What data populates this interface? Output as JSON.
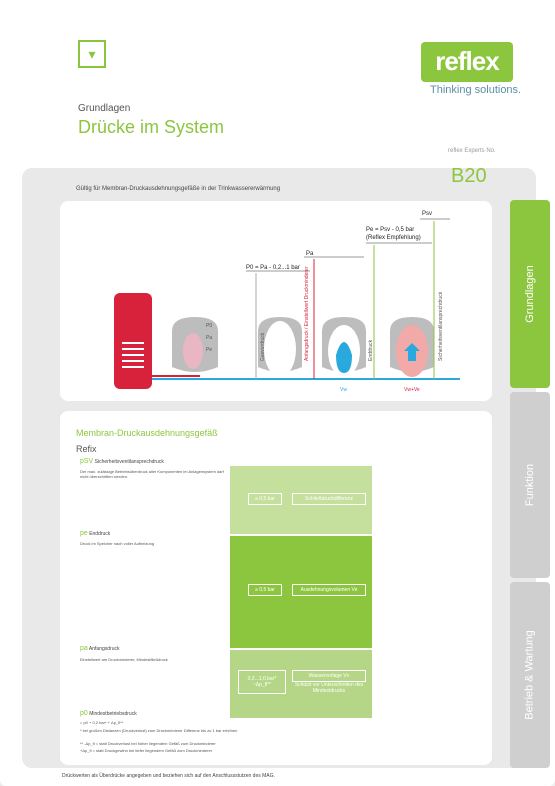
{
  "header": {
    "brand": "reflex",
    "slogan": "Thinking solutions.",
    "kicker": "Grundlagen",
    "title": "Drücke im System",
    "experts_label": "reflex Experts No.",
    "experts_number": "B20",
    "validity": "Gültig für Membran-Druckausdehnungsgefäße in der Trinkwassererwärmung"
  },
  "tabs": [
    {
      "label": "Grundlagen",
      "active": true
    },
    {
      "label": "Funktion",
      "active": false
    },
    {
      "label": "Betrieb & Wartung",
      "active": false
    }
  ],
  "diagram": {
    "p0_formula": "P0 = Pa - 0,2...1 bar",
    "pa_label": "Pa",
    "pe_formula": "Pe = Psv - 0,5 bar",
    "pe_note": "(Reflex Empfehlung)",
    "psv_label": "Psv",
    "vertical_labels": [
      "Gasvordruck",
      "Anfangsdruck / Einstellwert Druckminderer",
      "Enddruck",
      "Sicherheitsventilansprechdruck"
    ],
    "tank_labels": [
      "P0",
      "Pa",
      "Pe"
    ],
    "volume_labels": [
      "Vw",
      "Vw+Ve"
    ]
  },
  "table": {
    "section_title": "Membran-Druckausdehnungsgefäß",
    "product": "Refix",
    "rows": [
      {
        "symbol": "pSV",
        "name": "Sicherheitsventilansprechdruck",
        "desc": "Der max. zulässige Betriebsüberdruck aller Komponenten im Anlagensystem darf nicht überschritten werden.",
        "diff": "≥ 0,5 bar",
        "label": "Schließdruckdifferenz"
      },
      {
        "symbol": "pe",
        "name": "Enddruck",
        "desc": "Druck im Speicher nach voller Aufheizung",
        "diff": "≥ 0,5 bar",
        "label": "Ausdehnungsvolumen Ve"
      },
      {
        "symbol": "pa",
        "name": "Anfangsdruck",
        "desc": "Einstellwert am Druckminderer, Mindestfließdruck",
        "diff": "0,2...1,0 bar* ~Δp_fl**",
        "label": "Wasservorlage Vv",
        "label_sub": "Schützt vor Unterschreiten des Mindestdrucks"
      },
      {
        "symbol": "p0",
        "name": "Mindestbetriebsdruck",
        "desc": "",
        "diff": "",
        "label": ""
      }
    ],
    "footnotes": [
      "= p0 + 0,2 bar* + Δp_fl**",
      "* bei großen Distanzen (Druckverlust) zum Druckminderer Differenz bis zu 1 bar erhöhen",
      "** -Δp_fl = statt Druckverlust bei höher liegendem Gefäß zum Druckminderer",
      "+Δp_fl = statt Druckgewinn bei tiefer liegendem Gefäß zum Druckminderer"
    ],
    "bottom_note": "Drückwerten als Überdrücke angegeben und beziehen sich auf den Anschlussstutzen des MAG."
  },
  "colors": {
    "green": "#8cc63f",
    "red": "#d8213a",
    "blue": "#2aa9df",
    "grey": "#cfcfcf"
  }
}
